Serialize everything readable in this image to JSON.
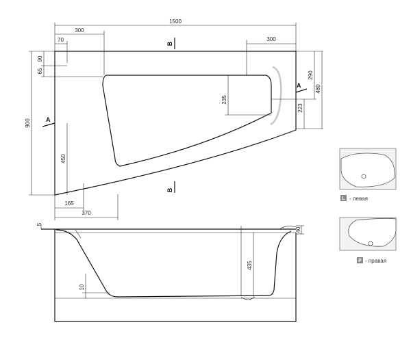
{
  "plan": {
    "width_total": "1500",
    "top_left_segment": "300",
    "top_right_segment": "300",
    "top_margin_70": "70",
    "height_total": "900",
    "left_90": "90",
    "left_65": "65",
    "right_290": "290",
    "right_480": "480",
    "right_223": "223",
    "inner_235": "235",
    "inner_450": "450",
    "bottom_165": "165",
    "bottom_370": "370",
    "section_a": "A",
    "section_b": "B"
  },
  "section_view": {
    "top_5": "5",
    "right_40": "40",
    "height_435": "435",
    "base_10": "10"
  },
  "legend": {
    "left": {
      "badge": "L",
      "text": "- левая"
    },
    "right": {
      "badge": "P",
      "text": "- правая"
    }
  }
}
